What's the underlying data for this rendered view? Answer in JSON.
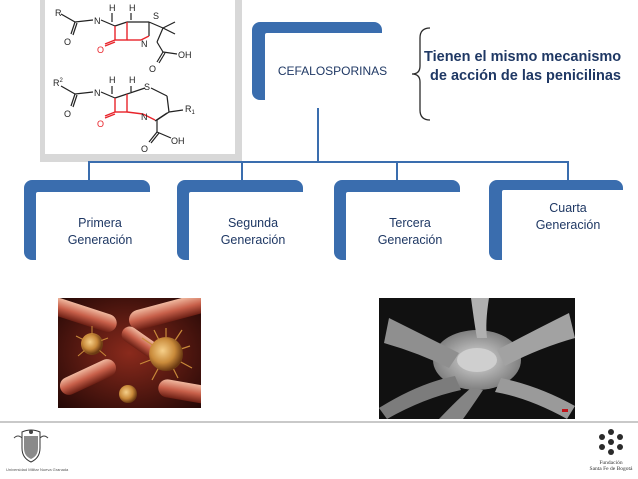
{
  "root": {
    "label": "CEFALOSPORINAS"
  },
  "annotation": {
    "line1": "Tienen el mismo mecanismo",
    "line2": "de acción  de las penicilinas"
  },
  "generations": [
    {
      "line1": "Primera",
      "line2": "Generación"
    },
    {
      "line1": "Segunda",
      "line2": "Generación"
    },
    {
      "line1": "Tercera",
      "line2": "Generación"
    },
    {
      "line1": "Cuarta",
      "line2": "Generación"
    }
  ],
  "structure_labels": {
    "r": "R",
    "r1": "R",
    "r1_sup": "1",
    "r2": "R",
    "r2_sup": "2",
    "h": "H",
    "n": "N",
    "s": "S",
    "o": "O",
    "oh": "OH"
  },
  "footer": {
    "left_caption": "Universidad Militar Nueva Granada",
    "right_line1": "Fundación",
    "right_line2": "Santa Fe de Bogotá"
  },
  "colors": {
    "box_blue": "#3a6dae",
    "text_navy": "#1f3864",
    "beta_lactam_red": "#e8232a"
  }
}
